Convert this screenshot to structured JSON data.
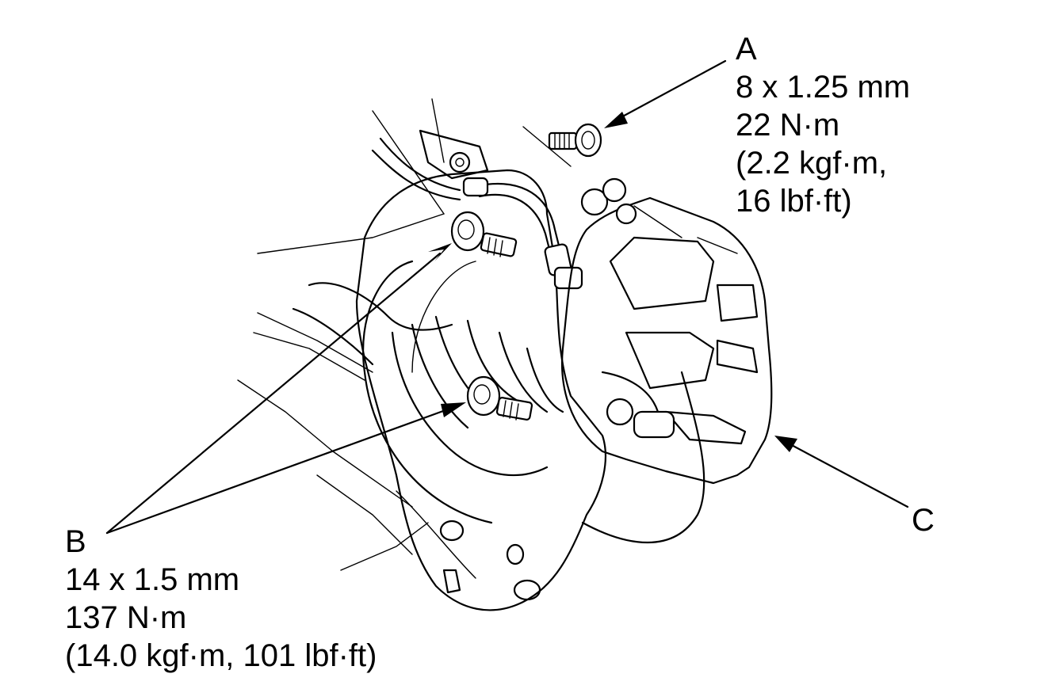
{
  "callouts": {
    "a": {
      "letter": "A",
      "spec_lines": [
        "8 x 1.25 mm",
        "22 N·m",
        "(2.2 kgf·m,",
        "16 lbf·ft)"
      ]
    },
    "b": {
      "letter": "B",
      "spec_lines": [
        "14 x 1.5 mm",
        "137 N·m",
        "(14.0 kgf·m, 101 lbf·ft)"
      ]
    },
    "c": {
      "letter": "C"
    }
  },
  "colors": {
    "ink": "#000000",
    "paper": "#ffffff"
  }
}
